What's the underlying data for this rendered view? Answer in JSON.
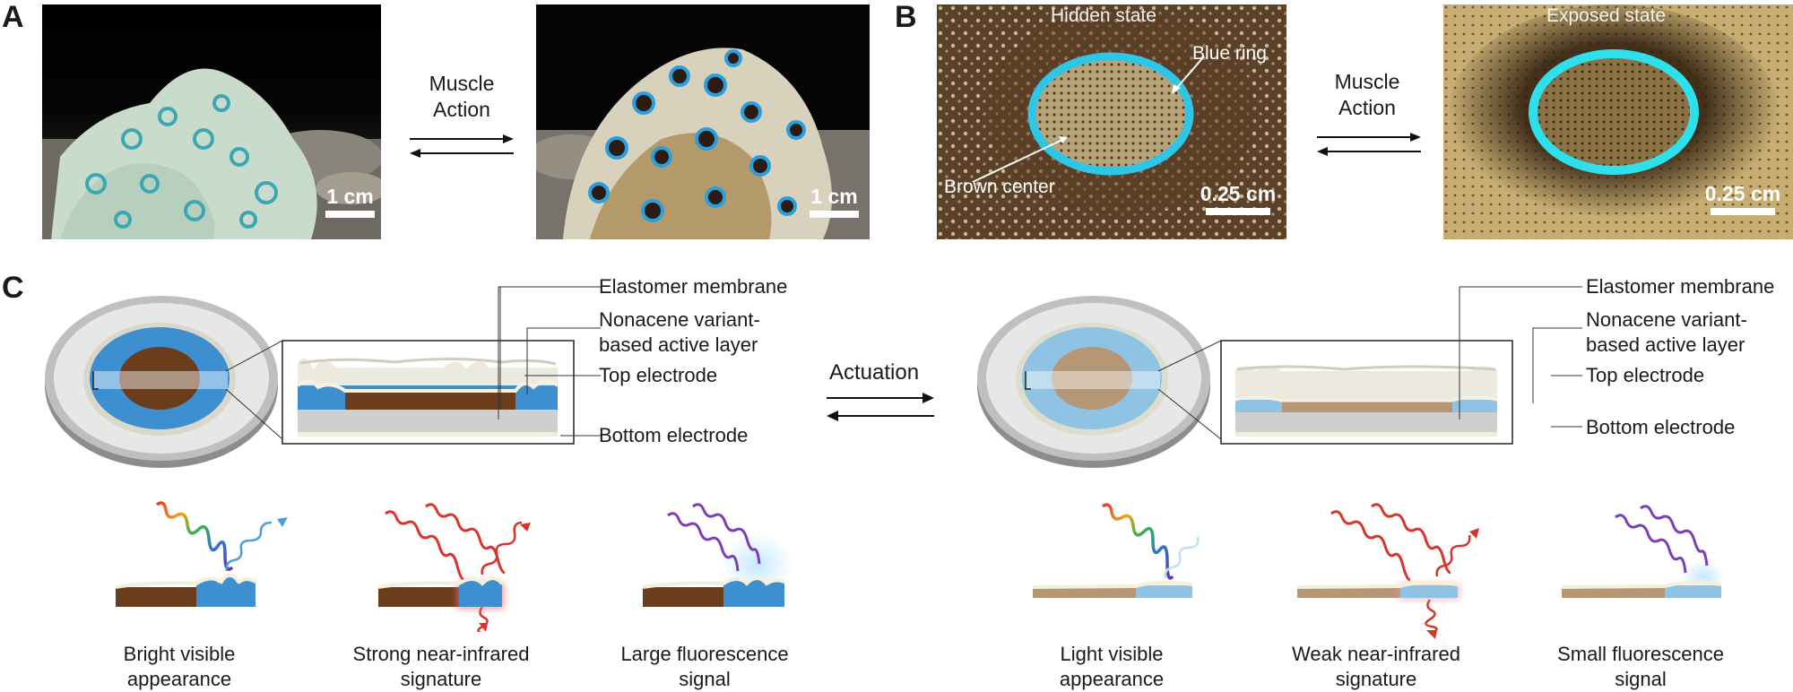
{
  "panel_a": {
    "letter": "A",
    "arrow_label_line1": "Muscle",
    "arrow_label_line2": "Action",
    "scale_left": "1 cm",
    "scale_right": "1 cm"
  },
  "panel_b": {
    "letter": "B",
    "hidden_state": "Hidden state",
    "exposed_state": "Exposed state",
    "blue_ring": "Blue ring",
    "brown_center": "Brown center",
    "arrow_label_line1": "Muscle",
    "arrow_label_line2": "Action",
    "scale_left": "0.25 cm",
    "scale_right": "0.25 cm"
  },
  "panel_c": {
    "letter": "C",
    "actuation": "Actuation",
    "left_labels": {
      "elastomer": "Elastomer membrane",
      "active1": "Nonacene variant-",
      "active2": "based active layer",
      "top": "Top electrode",
      "bottom": "Bottom electrode"
    },
    "right_labels": {
      "elastomer": "Elastomer membrane",
      "active1": "Nonacene variant-",
      "active2": "based active layer",
      "top": "Top electrode",
      "bottom": "Bottom electrode"
    },
    "captions": [
      {
        "line1": "Bright visible",
        "line2": "appearance"
      },
      {
        "line1": "Strong near-infrared",
        "line2": "signature"
      },
      {
        "line1": "Large fluorescence",
        "line2": "signal"
      },
      {
        "line1": "Light visible",
        "line2": "appearance"
      },
      {
        "line1": "Weak near-infrared",
        "line2": "signature"
      },
      {
        "line1": "Small fluorescence",
        "line2": "signal"
      }
    ]
  },
  "colors": {
    "blue": "#3d8fcf",
    "pale_blue": "#8ec3e3",
    "brown": "#6b3d1d",
    "tan": "#b59676",
    "cyan_ring": "#2ec6e6",
    "red": "#d8342a",
    "violet": "#7a3fb5"
  }
}
